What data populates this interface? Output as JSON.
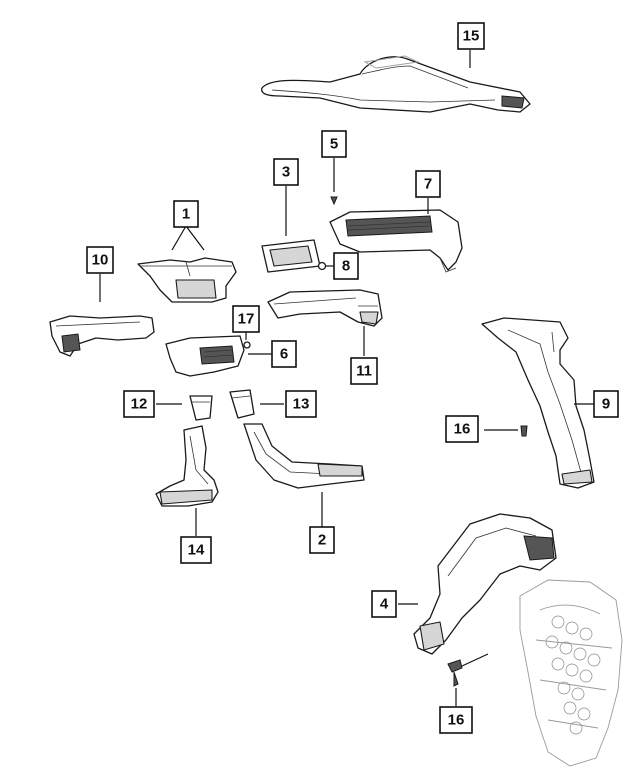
{
  "callouts": [
    {
      "id": "c15",
      "label": "15"
    },
    {
      "id": "c5",
      "label": "5"
    },
    {
      "id": "c3",
      "label": "3"
    },
    {
      "id": "c7",
      "label": "7"
    },
    {
      "id": "c1",
      "label": "1"
    },
    {
      "id": "c8",
      "label": "8"
    },
    {
      "id": "c10",
      "label": "10"
    },
    {
      "id": "c17",
      "label": "17"
    },
    {
      "id": "c6",
      "label": "6"
    },
    {
      "id": "c11",
      "label": "11"
    },
    {
      "id": "c9",
      "label": "9"
    },
    {
      "id": "c12",
      "label": "12"
    },
    {
      "id": "c13",
      "label": "13"
    },
    {
      "id": "c16a",
      "label": "16"
    },
    {
      "id": "c14",
      "label": "14"
    },
    {
      "id": "c2",
      "label": "2"
    },
    {
      "id": "c4",
      "label": "4"
    },
    {
      "id": "c16b",
      "label": "16"
    }
  ]
}
